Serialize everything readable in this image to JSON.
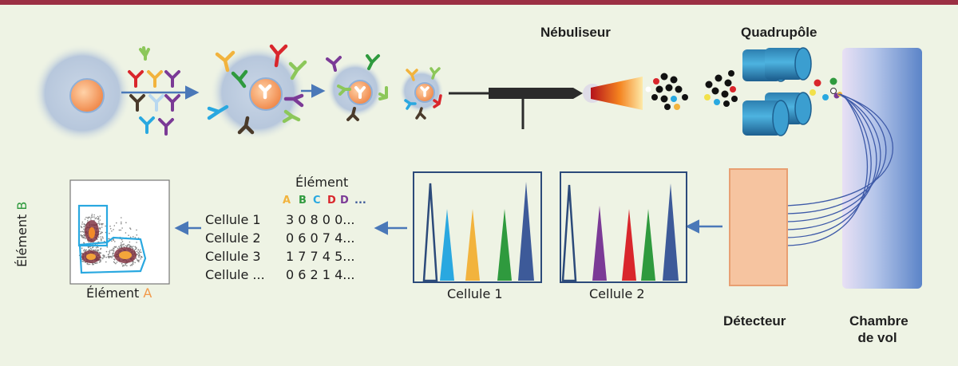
{
  "labels": {
    "nebuliseur": "Nébuliseur",
    "quadrupole": "Quadrupôle",
    "detecteur": "Détecteur",
    "chambre_line1": "Chambre",
    "chambre_line2": "de vol",
    "cellule1": "Cellule 1",
    "cellule2": "Cellule 2",
    "element_header": "Élément",
    "axis_x_prefix": "Élément ",
    "axis_x_letter": "A",
    "axis_y_prefix": "Élément ",
    "axis_y_letter": "B"
  },
  "element_letters": [
    {
      "letter": "A",
      "color": "#f2b33d"
    },
    {
      "letter": "B",
      "color": "#2f9a3e"
    },
    {
      "letter": "C",
      "color": "#29a8e0"
    },
    {
      "letter": "D",
      "color": "#d9262c"
    },
    {
      "letter": "D",
      "color": "#7b3a96"
    },
    {
      "letter": "...",
      "color": "#3d5a99"
    }
  ],
  "table_rows": [
    {
      "name": "Cellule 1",
      "values": "3 0 8 0 0..."
    },
    {
      "name": "Cellule 2",
      "values": "0 6 0 7 4..."
    },
    {
      "name": "Cellule 3",
      "values": "1 7 7 4 5..."
    },
    {
      "name": "Cellule ...",
      "values": "0 6 2 1 4..."
    }
  ],
  "colors": {
    "background": "#eef3e4",
    "top_bar": "#9b2f43",
    "frame": "#2c4a7a",
    "arrow": "#4a78b8",
    "detector": "#f6c4a0",
    "element_A": "#f2b33d",
    "element_B": "#2f9a3e",
    "element_C": "#29a8e0",
    "element_D_red": "#d9262c",
    "element_D_purple": "#7b3a96",
    "element_blue": "#3d5a99"
  }
}
